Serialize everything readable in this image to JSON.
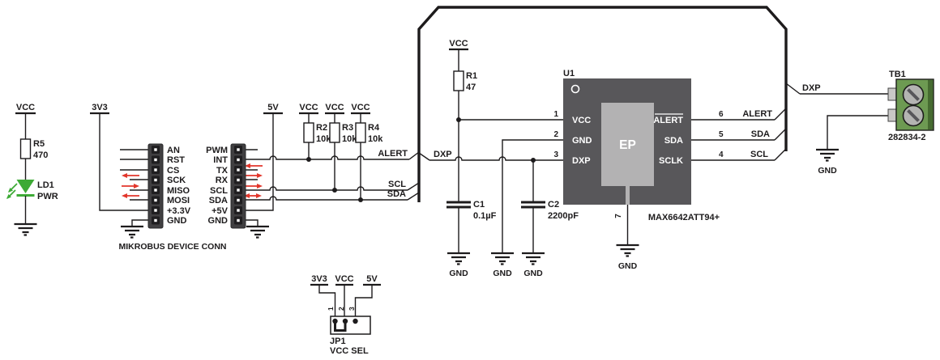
{
  "colors": {
    "wire": "#1d1b1c",
    "accent_red": "#e2362b",
    "led_green": "#3daa35",
    "chip_body": "#58575a",
    "chip_pad": "#b3b2b3",
    "tb_green": "#6d9a52"
  },
  "power_led": {
    "rail": "VCC",
    "res_ref": "R5",
    "res_val": "470",
    "led_ref": "LD1",
    "led_name": "PWR"
  },
  "rails": {
    "v33": "3V3",
    "v5": "5V"
  },
  "mikrobus": {
    "caption": "MIKROBUS DEVICE CONN",
    "left_pins": [
      "AN",
      "RST",
      "CS",
      "SCK",
      "MISO",
      "MOSI",
      "+3.3V",
      "GND"
    ],
    "right_pins": [
      "PWM",
      "INT",
      "TX",
      "RX",
      "SCL",
      "SDA",
      "+5V",
      "GND"
    ]
  },
  "pullups": {
    "r2": {
      "rail": "VCC",
      "ref": "R2",
      "val": "10k"
    },
    "r3": {
      "rail": "VCC",
      "ref": "R3",
      "val": "10k"
    },
    "r4": {
      "rail": "VCC",
      "ref": "R4",
      "val": "10k"
    }
  },
  "nets": {
    "alert": "ALERT",
    "scl": "SCL",
    "sda": "SDA",
    "dxp": "DXP"
  },
  "r1": {
    "rail": "VCC",
    "ref": "R1",
    "val": "47"
  },
  "c1": {
    "ref": "C1",
    "val": "0.1µF"
  },
  "c2": {
    "ref": "C2",
    "val": "2200pF"
  },
  "ic": {
    "ref": "U1",
    "part": "MAX6642ATT94+",
    "ep": "EP",
    "pins": {
      "p1": {
        "num": "1",
        "name": "VCC"
      },
      "p2": {
        "num": "2",
        "name": "GND"
      },
      "p3": {
        "num": "3",
        "name": "DXP"
      },
      "p4": {
        "num": "4",
        "name": "SCLK"
      },
      "p5": {
        "num": "5",
        "name": "SDA"
      },
      "p6": {
        "num": "6",
        "name": "ALERT"
      },
      "p7": {
        "num": "7"
      }
    }
  },
  "tb1": {
    "ref": "TB1",
    "part": "282834-2"
  },
  "jp1": {
    "ref": "JP1",
    "caption": "VCC SEL",
    "rails": [
      "3V3",
      "VCC",
      "5V"
    ],
    "pins": [
      "1",
      "2",
      "3"
    ]
  },
  "gnd_label": "GND"
}
